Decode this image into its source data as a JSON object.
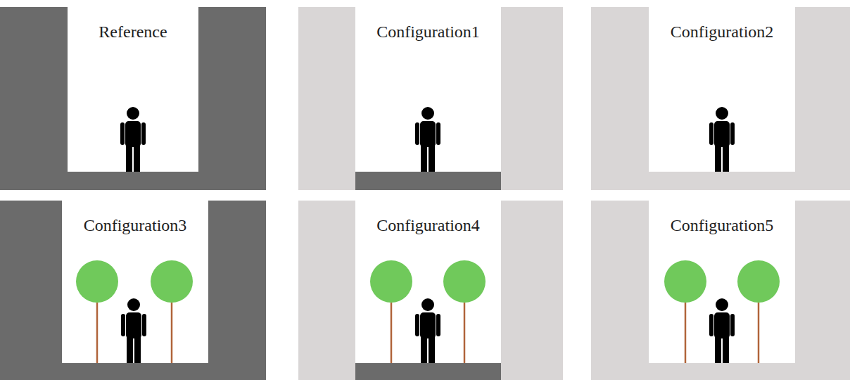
{
  "diagram": {
    "nodes": [
      {
        "text": [
          "Reference"
        ]
      },
      {
        "text": [
          "Configuration1"
        ]
      },
      {
        "text": [
          "Configuration2"
        ]
      },
      {
        "text": [
          "Configuration3"
        ]
      },
      {
        "text": [
          "Configuration4"
        ]
      },
      {
        "text": [
          "Configuration5"
        ]
      }
    ]
  }
}
